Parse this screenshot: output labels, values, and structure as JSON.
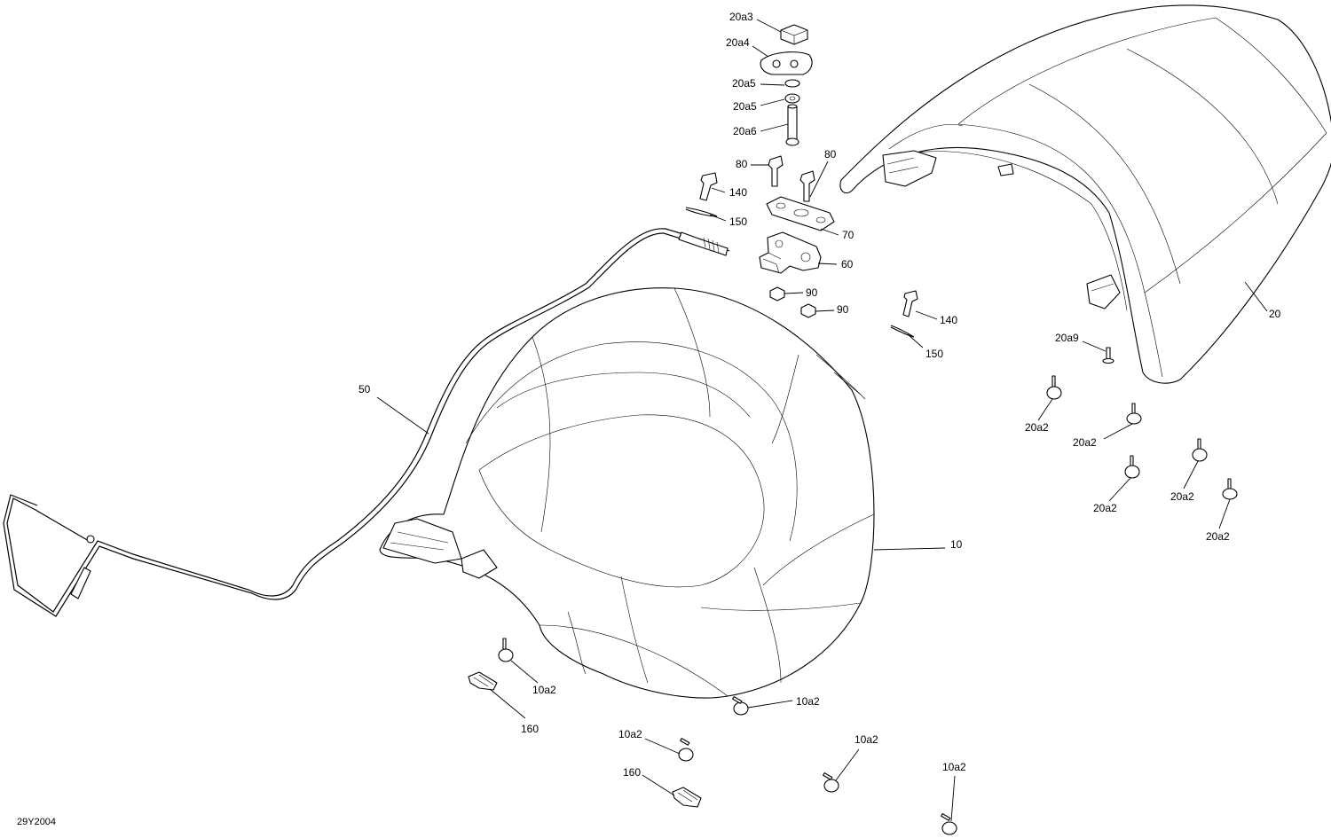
{
  "drawing_id": "29Y2004",
  "callouts": {
    "c20a3": "20a3",
    "c20a4": "20a4",
    "c20a5_top": "20a5",
    "c20a5_bottom": "20a5",
    "c20a6": "20a6",
    "c80_left": "80",
    "c80_right": "80",
    "c140_top": "140",
    "c150_top": "150",
    "c70": "70",
    "c60": "60",
    "c90_top": "90",
    "c90_bottom": "90",
    "c140_right": "140",
    "c150_right": "150",
    "c20": "20",
    "c20a9": "20a9",
    "c20a2_1": "20a2",
    "c20a2_2": "20a2",
    "c20a2_3": "20a2",
    "c20a2_4": "20a2",
    "c20a2_5": "20a2",
    "c50": "50",
    "c10": "10",
    "c10a2_1": "10a2",
    "c10a2_2": "10a2",
    "c10a2_3": "10a2",
    "c10a2_4": "10a2",
    "c10a2_5": "10a2",
    "c160_1": "160",
    "c160_2": "160"
  }
}
